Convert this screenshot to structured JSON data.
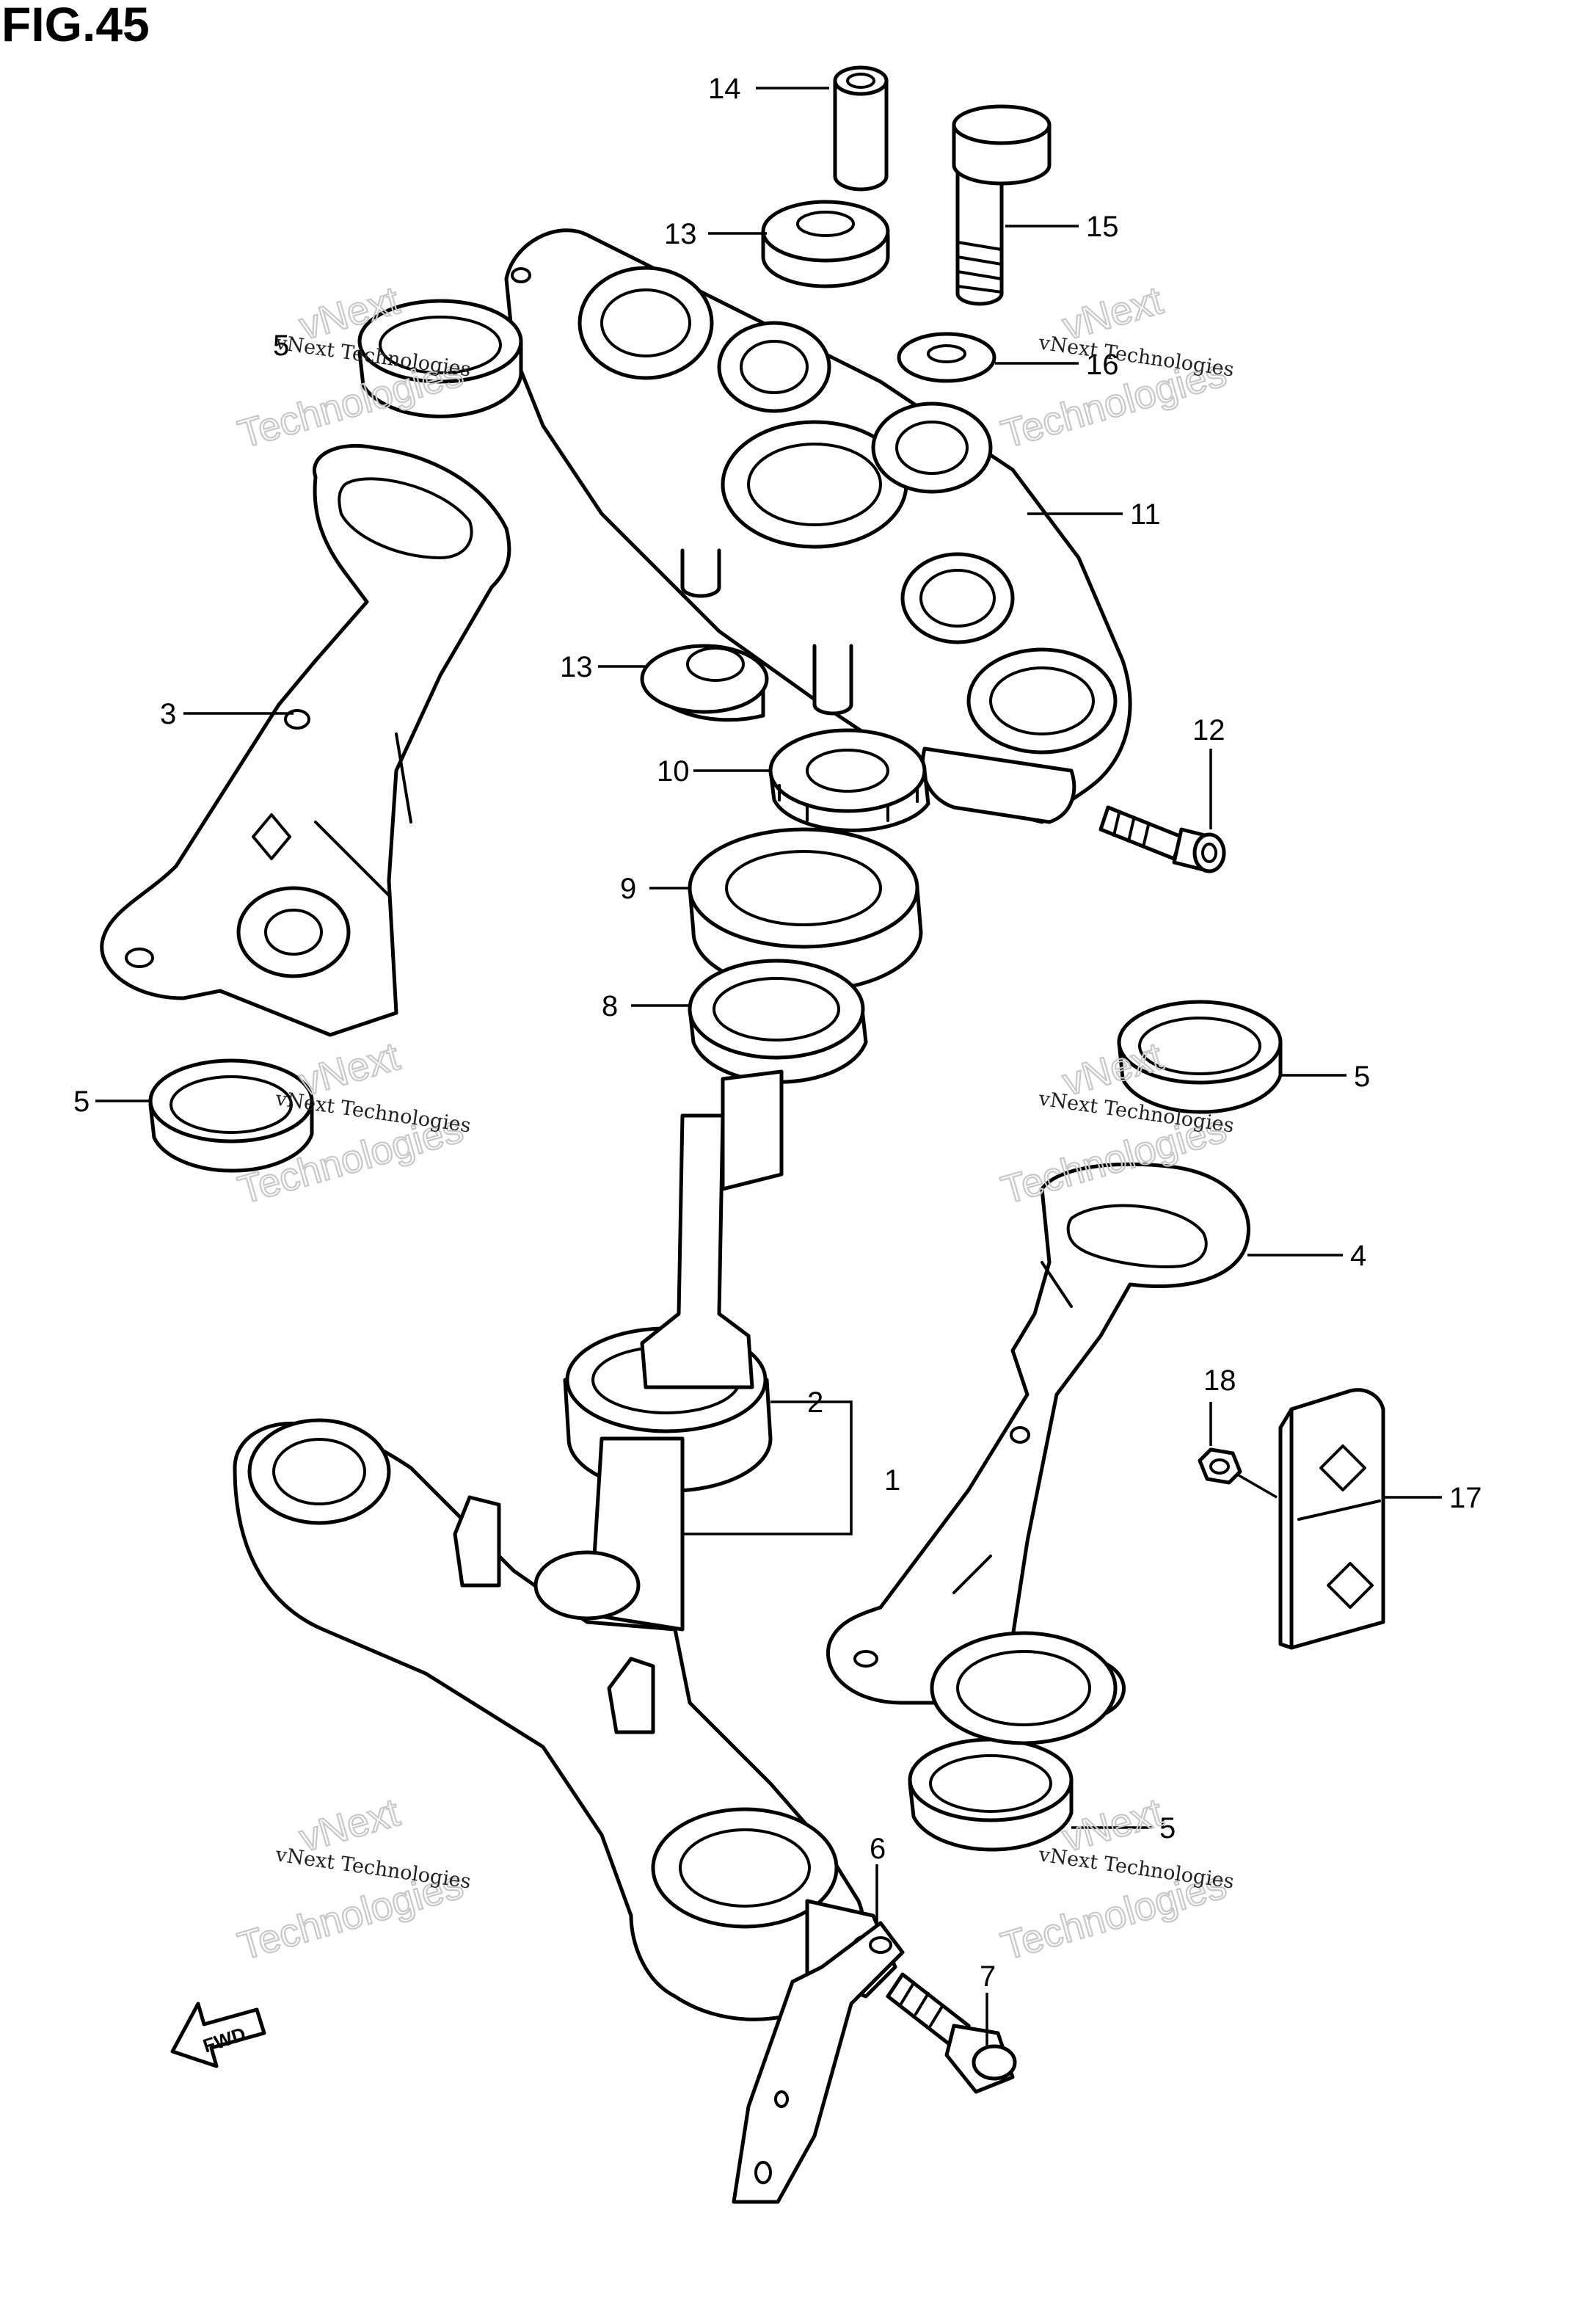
{
  "figure": {
    "title": "FIG.45"
  },
  "callouts": {
    "c1": "1",
    "c2": "2",
    "c3": "3",
    "c4": "4",
    "c5a": "5",
    "c5b": "5",
    "c5c": "5",
    "c5d": "5",
    "c6": "6",
    "c7": "7",
    "c8": "8",
    "c9": "9",
    "c10": "10",
    "c11": "11",
    "c12": "12",
    "c13a": "13",
    "c13b": "13",
    "c14": "14",
    "c15": "15",
    "c16": "16",
    "c17": "17",
    "c18": "18"
  },
  "watermark": {
    "line1": "vNext Technologies",
    "line2": "vNext",
    "line3": "Technologies"
  },
  "direction": {
    "label": "FWD"
  }
}
